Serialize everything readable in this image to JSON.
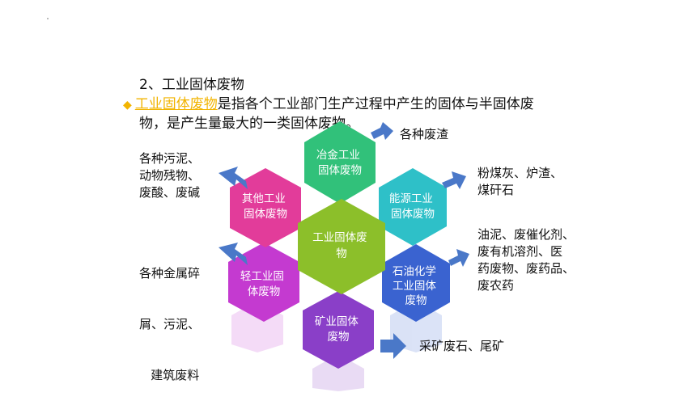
{
  "heading": "2、工业固体废物",
  "definition": {
    "term": "工业固体废物",
    "rest_line1": "是指各个工业部门生产过程中产生的固体与半固体废",
    "line2": "物，是产生量最大的一类固体废物。"
  },
  "hexagons": {
    "center": [
      "工业固体废",
      "物"
    ],
    "metallurgy": [
      "冶金工业",
      "固体废物"
    ],
    "energy": [
      "能源工业",
      "固体废物"
    ],
    "petrochem": [
      "石油化学",
      "工业固体",
      "废物"
    ],
    "mining": [
      "矿业固体",
      "废物"
    ],
    "light": [
      "轻工业固",
      "体废物"
    ],
    "other": [
      "其他工业",
      "固体废物"
    ]
  },
  "labels": {
    "metallurgy": [
      "各种废渣"
    ],
    "energy": [
      "粉煤灰、炉渣、",
      "煤矸石"
    ],
    "petrochem": [
      "油泥、废催化剂、",
      "废有机溶剂、医",
      "药废物、废药品、",
      "废农药"
    ],
    "mining": [
      "采矿废石、尾矿"
    ],
    "light": [
      "各种金属碎",
      "屑、污泥、",
      "   建筑废料"
    ],
    "other": [
      "各种污泥、",
      "动物残物、",
      "废酸、废碱"
    ]
  },
  "colors": {
    "bullet": "#f2b400",
    "arrow": "#4a78c8",
    "center": "#8cbf2a",
    "metallurgy": "#31c17a",
    "energy": "#2ec0c8",
    "petrochem": "#3a63d0",
    "mining": "#8a3fc8",
    "light": "#c43ad0",
    "other": "#e23c9a"
  }
}
